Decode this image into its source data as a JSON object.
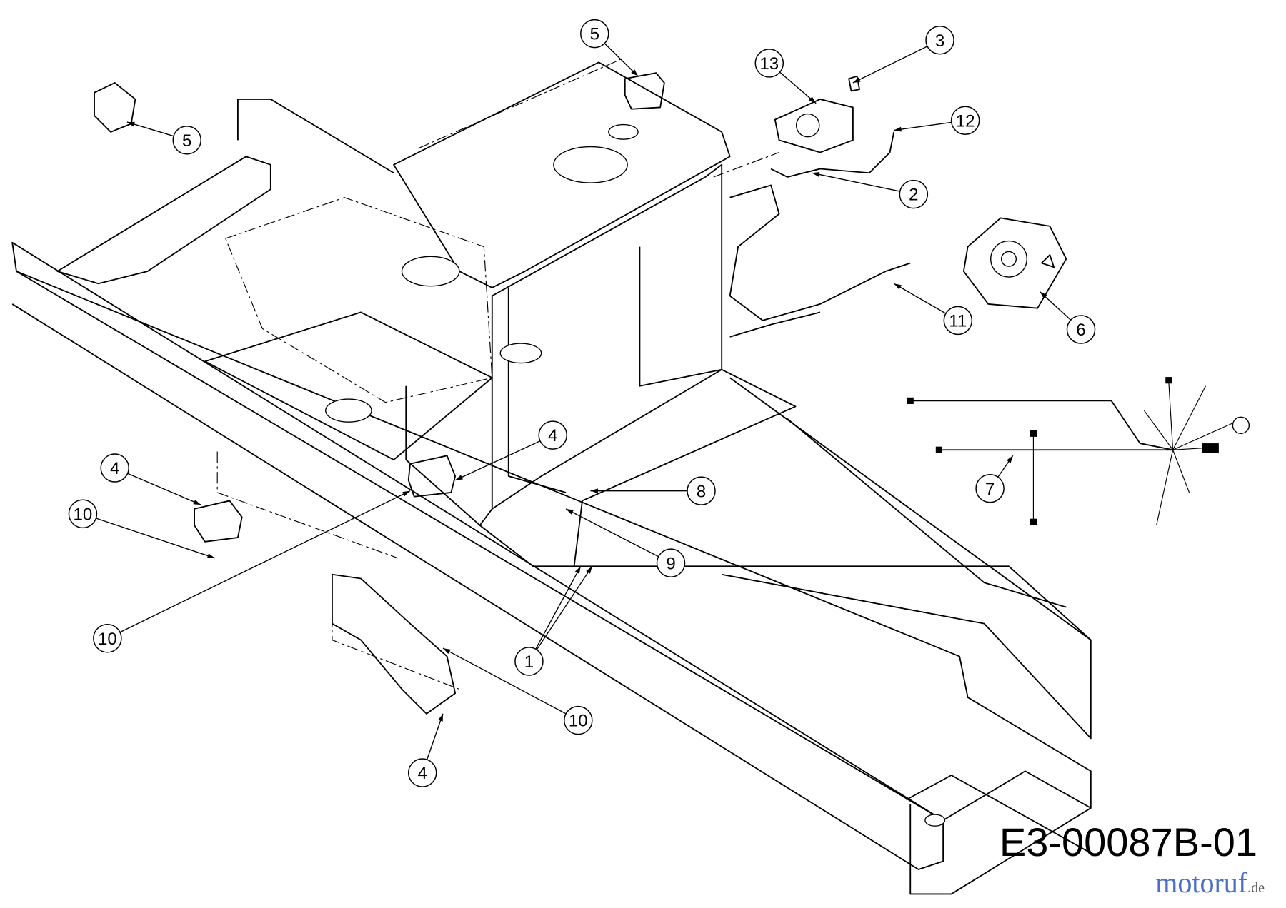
{
  "diagram": {
    "drawing_code": "E3-00087B-01",
    "watermark": {
      "brand": "motoruf",
      "tld": ".de"
    },
    "callouts": [
      {
        "id": "c5a",
        "label": "5"
      },
      {
        "id": "c3",
        "label": "3"
      },
      {
        "id": "c13",
        "label": "13"
      },
      {
        "id": "c12",
        "label": "12"
      },
      {
        "id": "c5b",
        "label": "5"
      },
      {
        "id": "c2",
        "label": "2"
      },
      {
        "id": "c11",
        "label": "11"
      },
      {
        "id": "c6",
        "label": "6"
      },
      {
        "id": "c4a",
        "label": "4"
      },
      {
        "id": "c4b",
        "label": "4"
      },
      {
        "id": "c8",
        "label": "8"
      },
      {
        "id": "c10a",
        "label": "10"
      },
      {
        "id": "c7",
        "label": "7"
      },
      {
        "id": "c9",
        "label": "9"
      },
      {
        "id": "c10b",
        "label": "10"
      },
      {
        "id": "c1",
        "label": "1"
      },
      {
        "id": "c10c",
        "label": "10"
      },
      {
        "id": "c4c",
        "label": "4"
      }
    ]
  }
}
